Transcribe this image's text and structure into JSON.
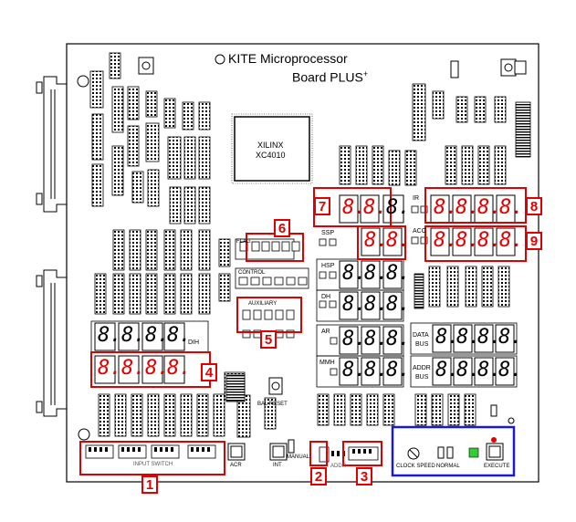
{
  "board": {
    "title_line1": "KITE Microprocessor",
    "title_line2": "Board PLUS",
    "title_sup": "+",
    "fpga_line1": "XILINX",
    "fpga_line2": "XC4010"
  },
  "labels": {
    "flag": "FLAG",
    "control": "CONTROL",
    "auxiliary": "AUXILIARY",
    "dh": "DH",
    "ir": "IR",
    "acc": "ACC",
    "ssp": "SSP",
    "hsp": "HSP",
    "dih": "DIH",
    "ar": "AR",
    "mmh": "MMH",
    "data_bus_1": "DATA",
    "data_bus_2": "BUS",
    "addr_bus_1": "ADDR",
    "addr_bus_2": "BUS",
    "input_switch": "INPUT SWITCH",
    "addr_switch": "ADDR",
    "clock_speed": "CLOCK SPEED",
    "normal": "NORMAL",
    "execute": "EXECUTE",
    "acr": "ACR",
    "int": "INT",
    "manual": "MANUAL",
    "bal_reset": "BAL RESET"
  },
  "seg_digit": "8.",
  "callouts": [
    "1",
    "2",
    "3",
    "4",
    "5",
    "6",
    "7",
    "8",
    "9"
  ],
  "colors": {
    "callout_red": "#e00000",
    "highlight_blue": "#1a1ad0",
    "led_green": "#33cc33",
    "pcb_line": "#000000"
  }
}
